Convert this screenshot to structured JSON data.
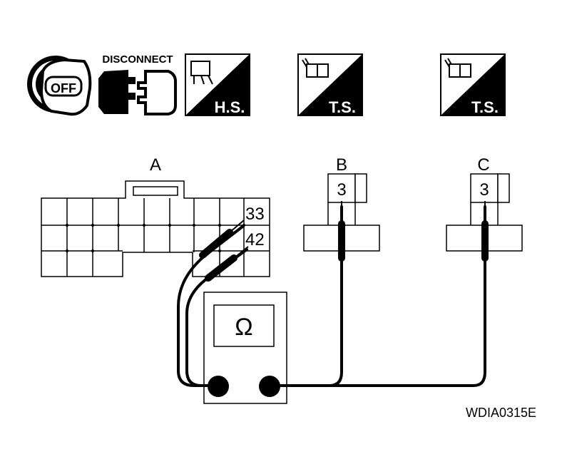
{
  "icons": {
    "ignition": {
      "icon": "ignition-key-off-icon",
      "text": "OFF"
    },
    "disconnect": {
      "icon": "connector-disconnect-icon",
      "text": "DISCONNECT"
    },
    "harness_side": {
      "icon": "harness-side-icon",
      "text": "H.S."
    },
    "terminal_side_b": {
      "icon": "terminal-side-icon",
      "text": "T.S."
    },
    "terminal_side_c": {
      "icon": "terminal-side-icon",
      "text": "T.S."
    }
  },
  "connectors": {
    "a": {
      "label": "A",
      "pin_top": "33",
      "pin_bottom": "42"
    },
    "b": {
      "label": "B",
      "pin": "3"
    },
    "c": {
      "label": "C",
      "pin": "3"
    }
  },
  "meter": {
    "symbol": "Ω"
  },
  "figure_code": "WDIA0315E"
}
